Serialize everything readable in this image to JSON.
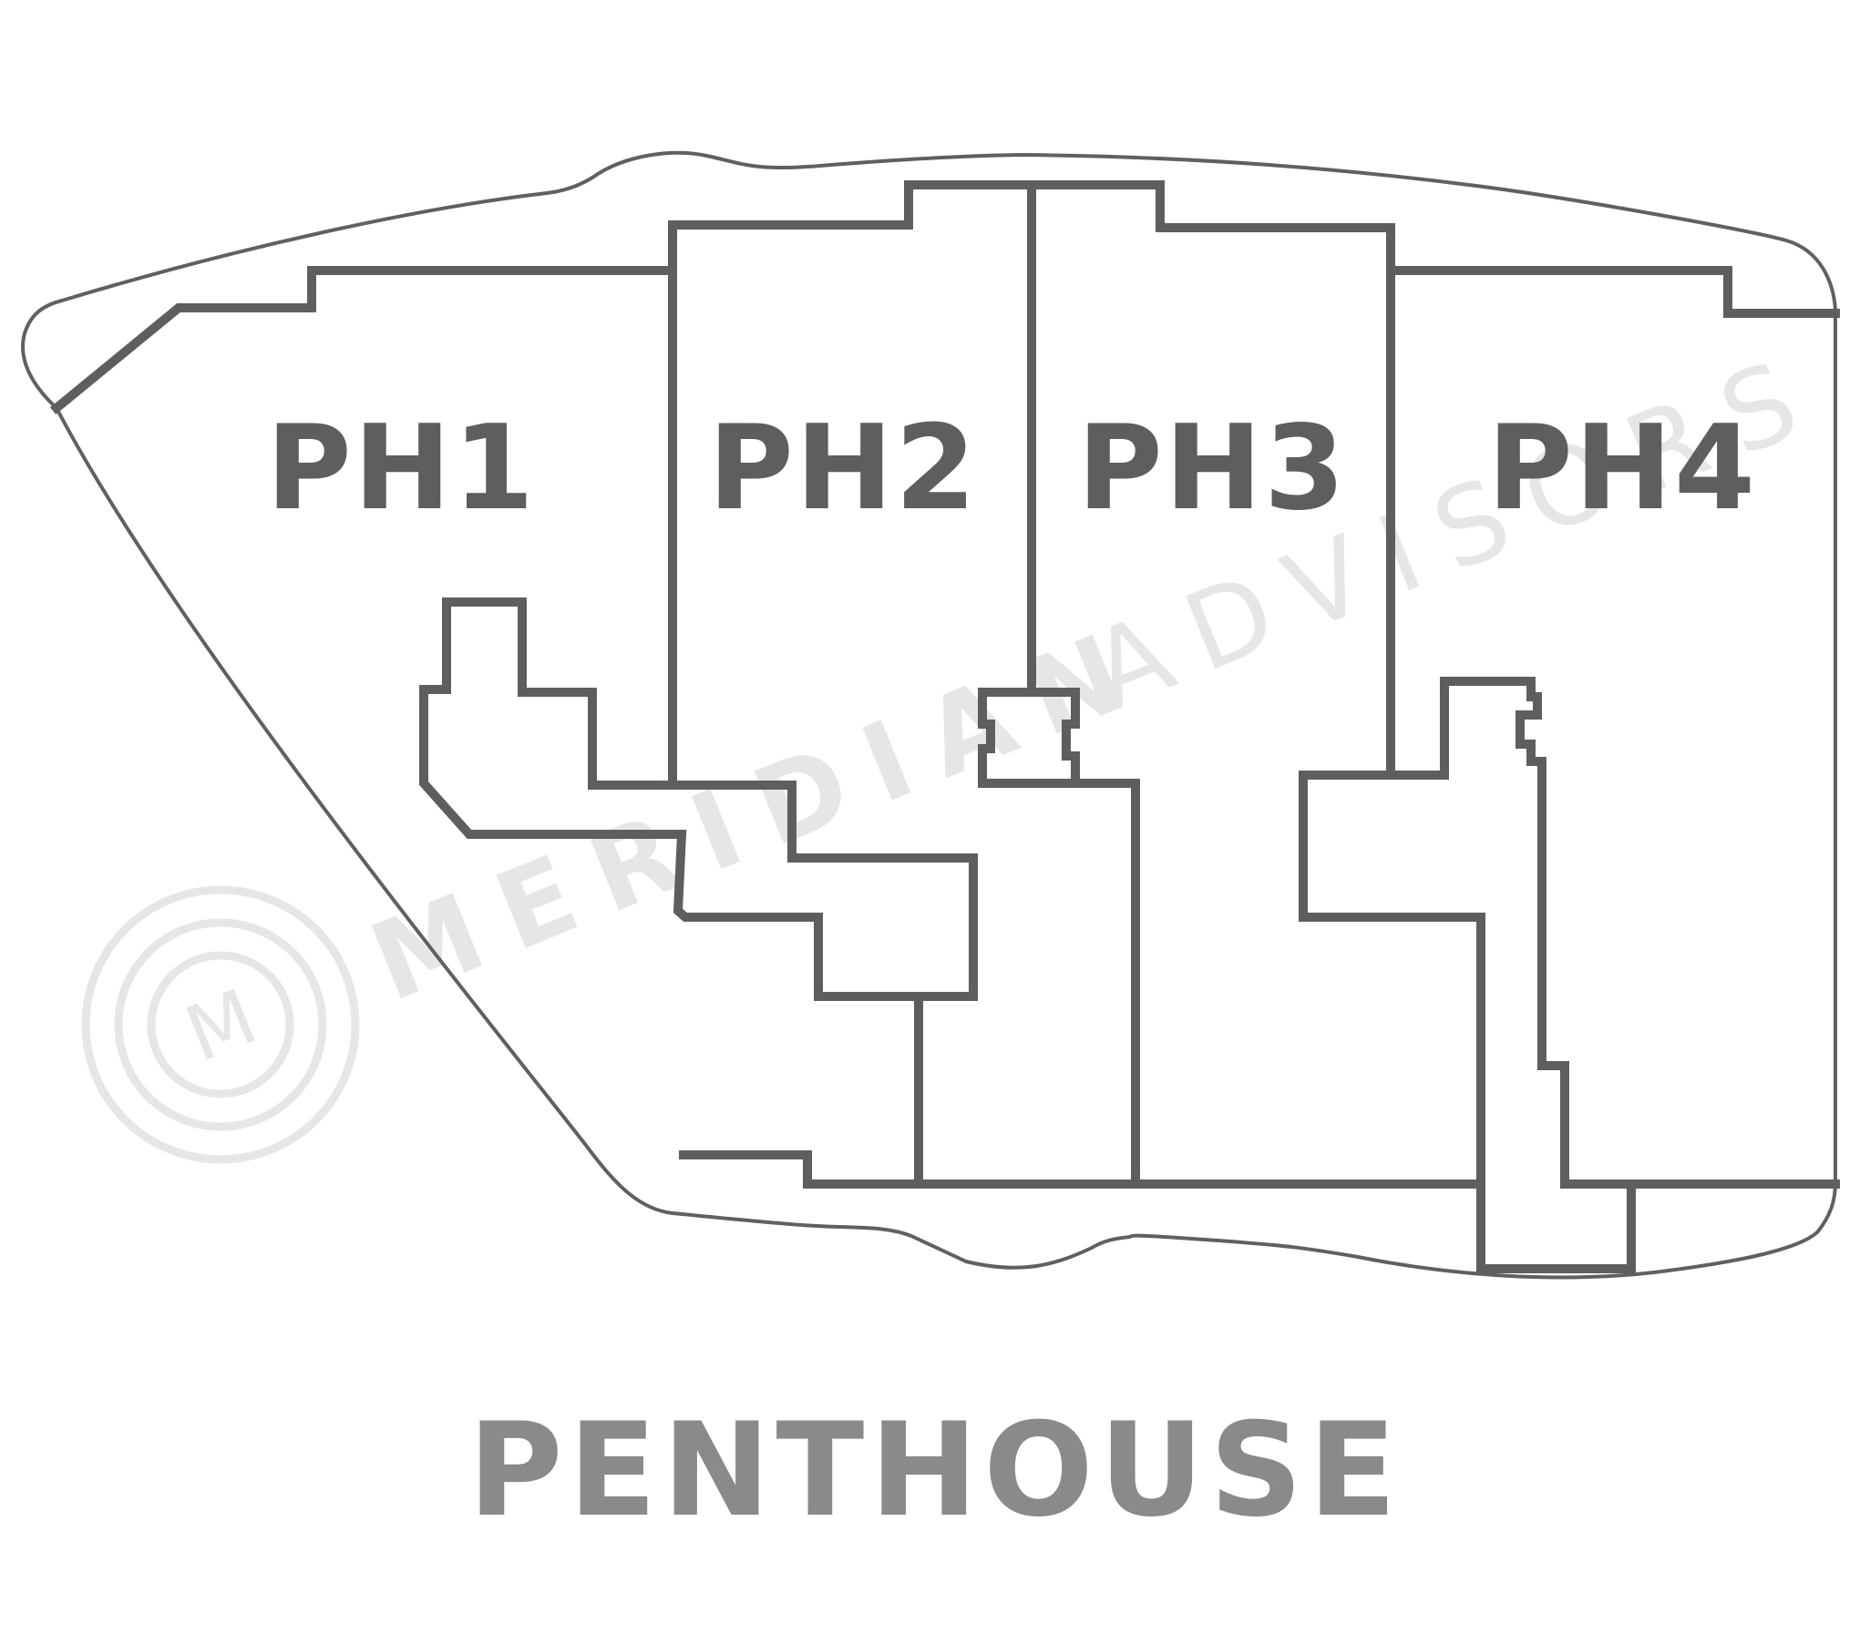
{
  "watermark": {
    "brand_primary": "MERIDIAN",
    "brand_secondary": "ADVISORS",
    "monogram": "M",
    "color": "#e6e6e6"
  },
  "units": [
    {
      "id": "ph1",
      "label": "PH1"
    },
    {
      "id": "ph2",
      "label": "PH2"
    },
    {
      "id": "ph3",
      "label": "PH3"
    },
    {
      "id": "ph4",
      "label": "PH4"
    }
  ],
  "floor_title": "PENTHOUSE",
  "colors": {
    "unit_stroke": "#5e5e5e",
    "outline_stroke": "#606060",
    "title_text": "#8a8a8a",
    "background": "#ffffff"
  }
}
